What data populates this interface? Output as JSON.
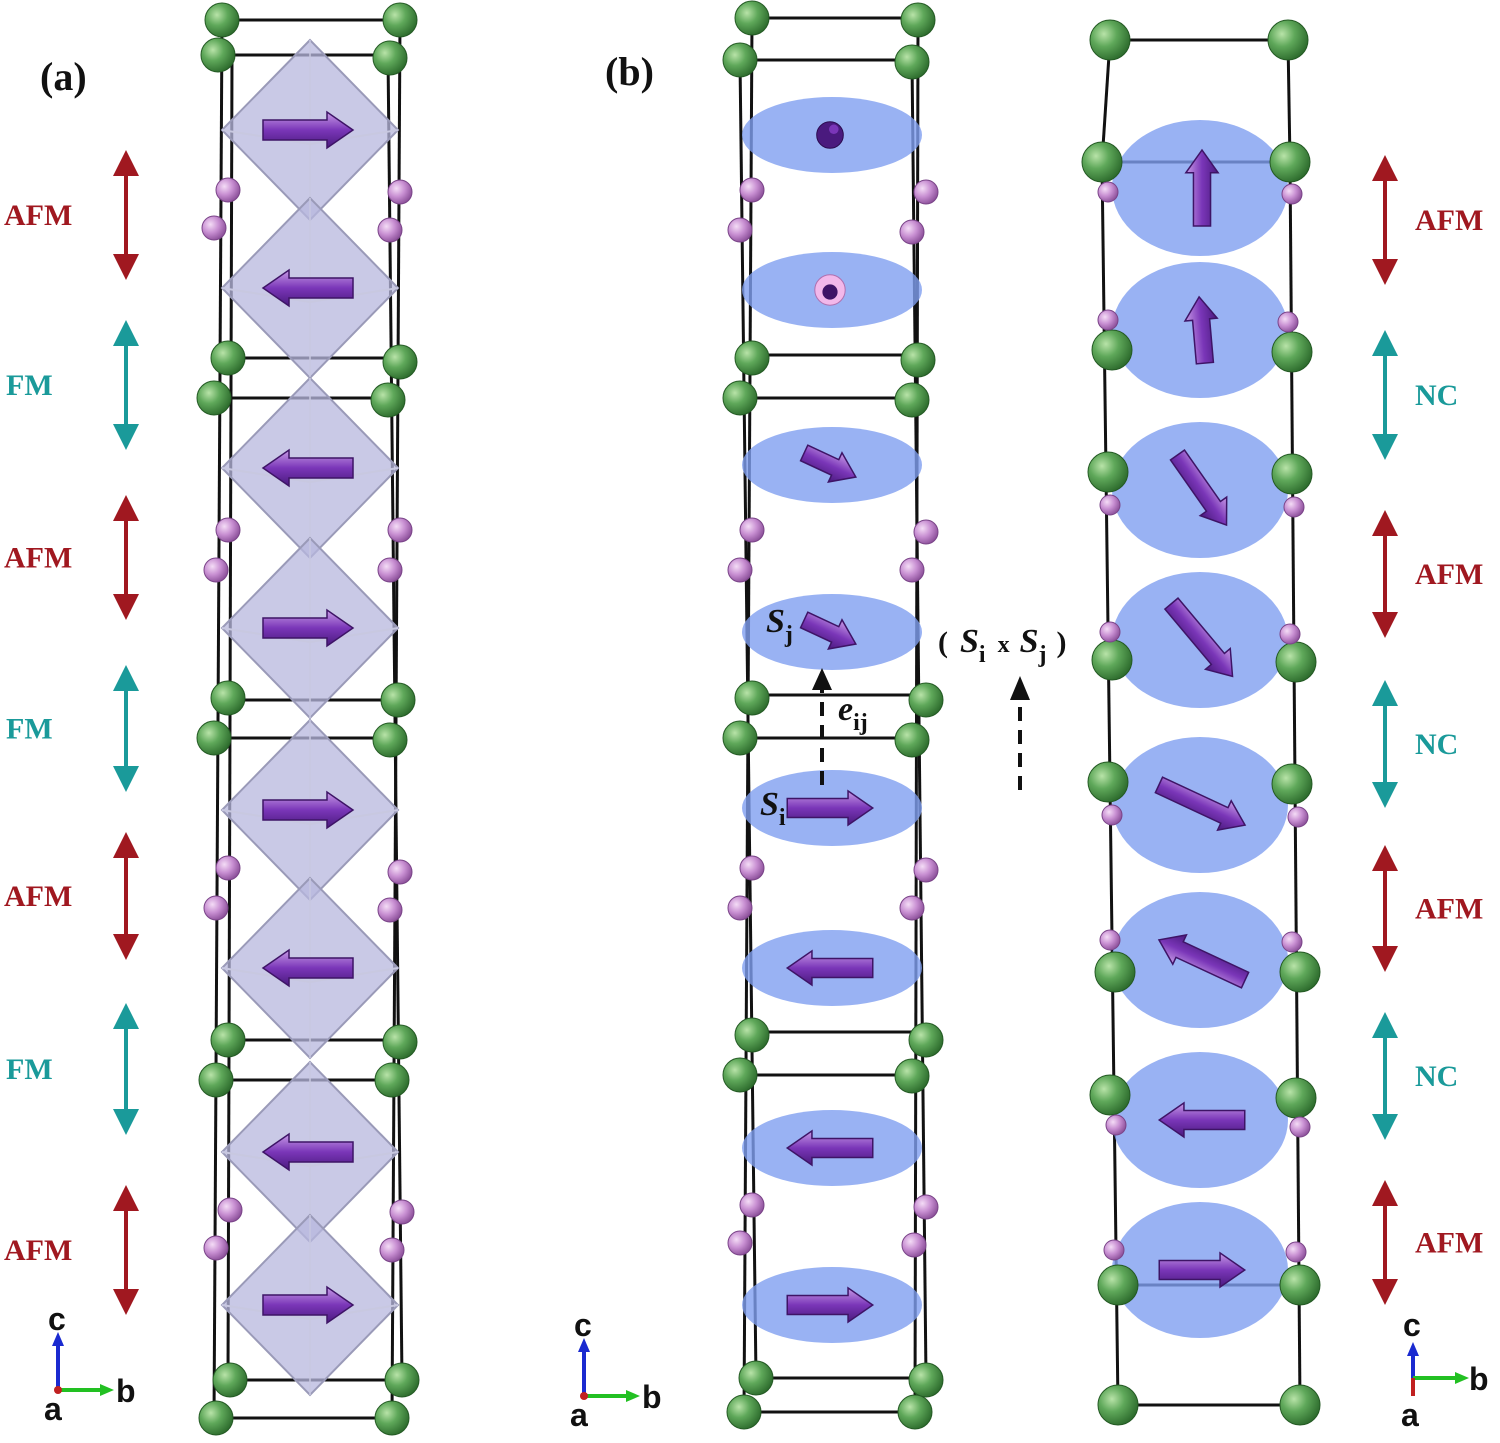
{
  "panels": {
    "a": {
      "label": "(a)"
    },
    "b": {
      "label": "(b)"
    }
  },
  "order_labels": {
    "left": [
      "AFM",
      "FM",
      "AFM",
      "FM",
      "AFM",
      "FM",
      "AFM"
    ],
    "right": [
      "AFM",
      "NC",
      "AFM",
      "NC",
      "AFM",
      "NC",
      "AFM"
    ]
  },
  "colors": {
    "afm": "#a01820",
    "fm": "#1a9a9a",
    "nc": "#1a9a9a",
    "green_atom": "#4e9a4a",
    "pink_atom": "#c78fd0",
    "spin_arrow": "#6a2aa0",
    "ellipse": "#7f9ff0",
    "octahedron": "#b7b7de"
  },
  "spins": {
    "panel_a": [
      "right",
      "left",
      "left",
      "right",
      "right",
      "left",
      "left",
      "right"
    ],
    "panel_b_left": [
      "into-page",
      "out-of-page",
      "tilted",
      "tilted",
      "right",
      "left",
      "left",
      "right"
    ],
    "panel_b_right": [
      "up",
      "up-tilted",
      "down-right",
      "down-right-steep",
      "right-down",
      "left-up",
      "left",
      "right"
    ]
  },
  "annotations": {
    "s": "S",
    "j": "j",
    "i": "i",
    "e": "e",
    "ij": "ij",
    "open_paren": "(",
    "times": "x",
    "close_paren": ")"
  },
  "axes": {
    "c": "c",
    "b": "b",
    "a": "a"
  }
}
